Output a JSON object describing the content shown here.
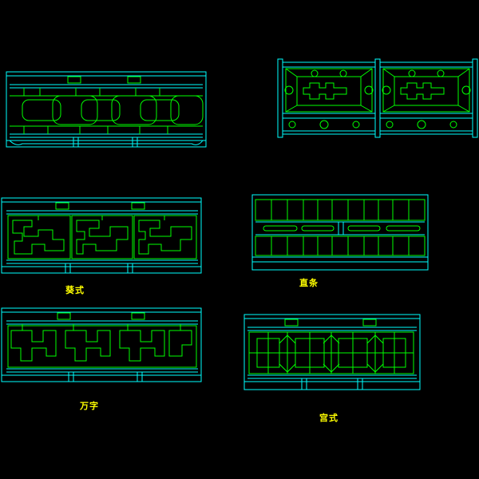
{
  "drawing": {
    "background": "#000000",
    "frame_color": "#00ffff",
    "pattern_color": "#00ff00",
    "label_color": "#ffff00"
  },
  "labels": {
    "panel_3": "葵式",
    "panel_4": "直条",
    "panel_5": "万字",
    "panel_6": "宫式"
  }
}
